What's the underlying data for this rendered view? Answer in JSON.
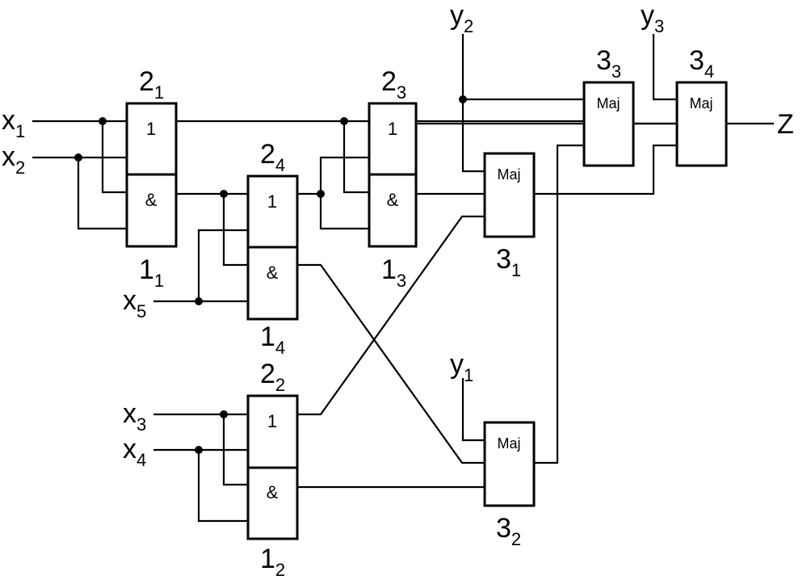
{
  "inputs": [
    {
      "id": "x1",
      "base": "x",
      "sub": "1"
    },
    {
      "id": "x2",
      "base": "x",
      "sub": "2"
    },
    {
      "id": "x3",
      "base": "x",
      "sub": "3"
    },
    {
      "id": "x4",
      "base": "x",
      "sub": "4"
    },
    {
      "id": "x5",
      "base": "x",
      "sub": "5"
    },
    {
      "id": "y1",
      "base": "y",
      "sub": "1"
    },
    {
      "id": "y2",
      "base": "y",
      "sub": "2"
    },
    {
      "id": "y3",
      "base": "y",
      "sub": "3"
    }
  ],
  "output": {
    "id": "Z",
    "label": "Z"
  },
  "gate_symbols": {
    "or": "1",
    "and": "&",
    "maj": "Maj"
  },
  "blocks": [
    {
      "id": "2_1",
      "base": "2",
      "sub": "1"
    },
    {
      "id": "1_1",
      "base": "1",
      "sub": "1"
    },
    {
      "id": "2_4",
      "base": "2",
      "sub": "4"
    },
    {
      "id": "1_4",
      "base": "1",
      "sub": "4"
    },
    {
      "id": "2_3",
      "base": "2",
      "sub": "3"
    },
    {
      "id": "1_3",
      "base": "1",
      "sub": "3"
    },
    {
      "id": "2_2",
      "base": "2",
      "sub": "2"
    },
    {
      "id": "1_2",
      "base": "1",
      "sub": "2"
    },
    {
      "id": "3_1",
      "base": "3",
      "sub": "1"
    },
    {
      "id": "3_2",
      "base": "3",
      "sub": "2"
    },
    {
      "id": "3_3",
      "base": "3",
      "sub": "3"
    },
    {
      "id": "3_4",
      "base": "3",
      "sub": "4"
    }
  ]
}
